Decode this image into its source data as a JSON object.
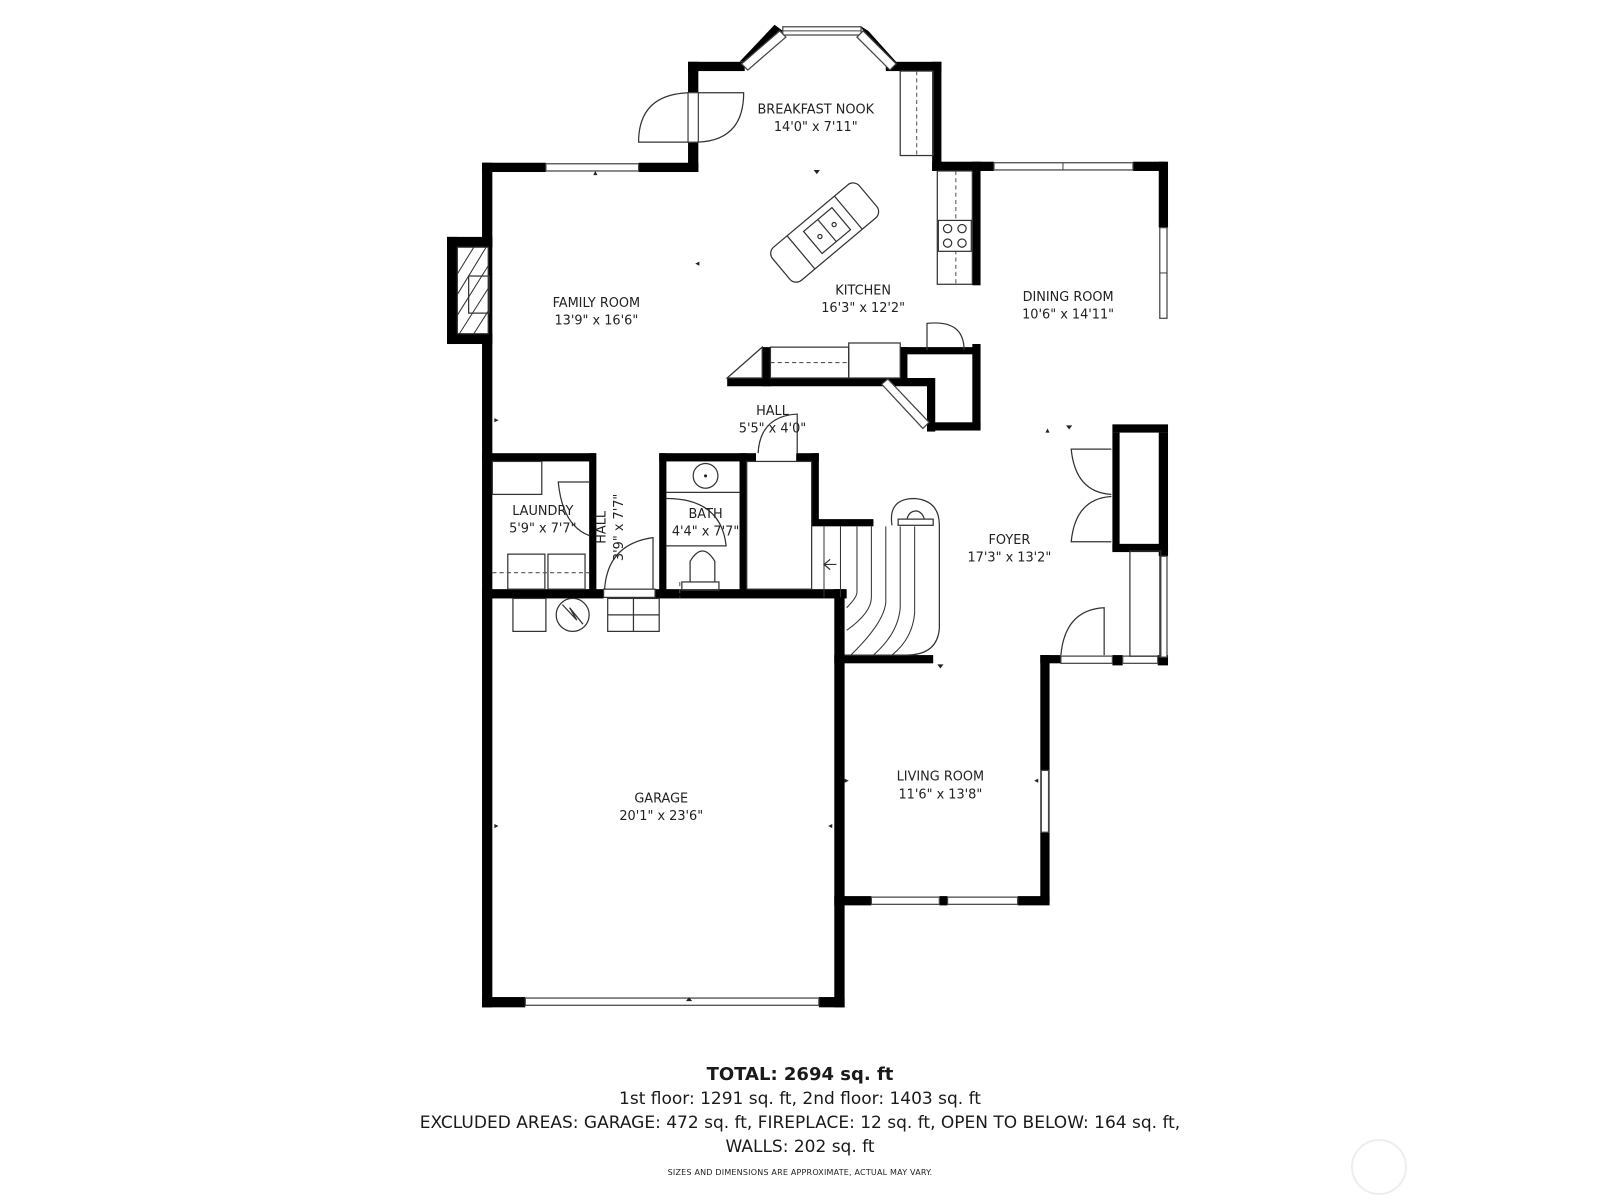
{
  "floorplan": {
    "rooms": [
      {
        "name": "BREAKFAST NOOK",
        "dims": "14'0\" x 7'11\""
      },
      {
        "name": "FAMILY ROOM",
        "dims": "13'9\" x 16'6\""
      },
      {
        "name": "KITCHEN",
        "dims": "16'3\" x 12'2\""
      },
      {
        "name": "DINING ROOM",
        "dims": "10'6\" x 14'11\""
      },
      {
        "name": "HALL",
        "dims": "5'5\" x 4'0\""
      },
      {
        "name": "LAUNDRY",
        "dims": "5'9\" x 7'7\""
      },
      {
        "name": "HALL",
        "dims": "3'9\" x 7'7\""
      },
      {
        "name": "BATH",
        "dims": "4'4\" x 7'7\""
      },
      {
        "name": "FOYER",
        "dims": "17'3\" x 13'2\""
      },
      {
        "name": "GARAGE",
        "dims": "20'1\" x 23'6\""
      },
      {
        "name": "LIVING ROOM",
        "dims": "11'6\" x 13'8\""
      }
    ],
    "fixtures": [
      "fireplace-icon",
      "kitchen-island-sink-icon",
      "cooktop-icon",
      "washer-dryer-icon",
      "water-heater-icon",
      "garage-steps-icon",
      "toilet-icon",
      "sink-icon",
      "staircase-icon"
    ]
  },
  "summary": {
    "total": "TOTAL: 2694 sq. ft",
    "floors": "1st floor: 1291 sq. ft, 2nd floor: 1403 sq. ft",
    "excluded": "EXCLUDED AREAS: GARAGE: 472 sq. ft, FIREPLACE: 12 sq. ft, OPEN TO BELOW: 164 sq. ft,",
    "walls": "WALLS: 202 sq. ft",
    "disclaimer": "SIZES AND DIMENSIONS ARE APPROXIMATE, ACTUAL MAY VARY."
  },
  "colors": {
    "wall": "#000000",
    "background": "#ffffff",
    "text": "#1a1a1a"
  }
}
